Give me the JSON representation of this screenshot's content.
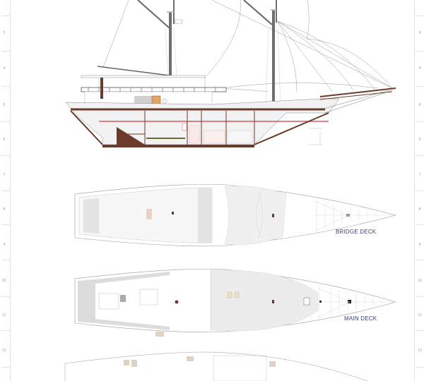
{
  "drawing": {
    "type": "sailing yacht general arrangement",
    "views": [
      "side-profile",
      "bridge-deck-plan",
      "main-deck-plan",
      "lower-deck-plan"
    ]
  },
  "labels": {
    "bridge_deck": "BRIDGE DECK",
    "main_deck": "MAIN DECK"
  },
  "ruler": {
    "left": [
      "3",
      "4",
      "5",
      "6",
      "7",
      "8",
      "9",
      "10",
      "11",
      "12"
    ],
    "right": [
      "3",
      "4",
      "5",
      "6",
      "7",
      "8",
      "9",
      "10",
      "11",
      "12"
    ]
  },
  "colors": {
    "hull_brown": "#6b3a2a",
    "waterline_red": "#d23a3a",
    "mast_grey": "#6e6e6e",
    "deck_grey": "#dadada",
    "door_orange": "#e0a560",
    "label_blue": "#3a3f7a",
    "line_grey": "#8a8a8a",
    "furniture_tan": "#c9b4a2"
  }
}
